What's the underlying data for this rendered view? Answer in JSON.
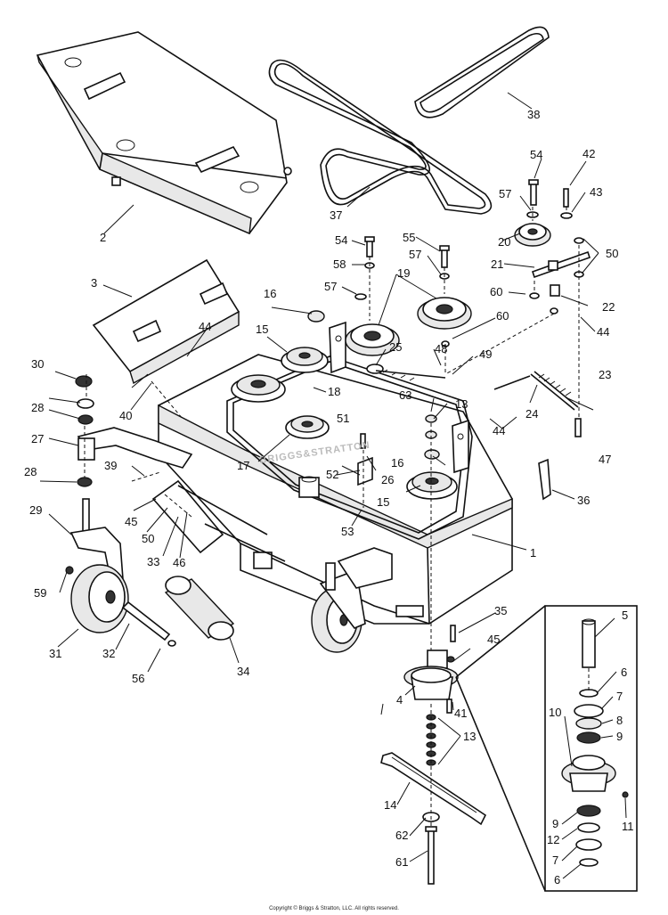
{
  "copyright": "Copyright © Briggs & Stratton, LLC. All rights reserved.",
  "watermark": "BRIGGS&STRATTON",
  "callouts": {
    "c1": "1",
    "c2": "2",
    "c3": "3",
    "c4": "4",
    "c5": "5",
    "c6a": "6",
    "c6b": "6",
    "c7a": "7",
    "c7b": "7",
    "c8": "8",
    "c9a": "9",
    "c9b": "9",
    "c10": "10",
    "c11": "11",
    "c12": "12",
    "c13a": "13",
    "c13b": "13",
    "c14": "14",
    "c15a": "15",
    "c15b": "15",
    "c16a": "16",
    "c16b": "16",
    "c17": "17",
    "c18": "18",
    "c19": "19",
    "c20": "20",
    "c21": "21",
    "c22": "22",
    "c23": "23",
    "c24": "24",
    "c25": "25",
    "c26": "26",
    "c27": "27",
    "c28a": "28",
    "c28b": "28",
    "c29": "29",
    "c30": "30",
    "c31": "31",
    "c32": "32",
    "c33": "33",
    "c34": "34",
    "c35": "35",
    "c36": "36",
    "c37": "37",
    "c38": "38",
    "c39": "39",
    "c40": "40",
    "c41": "41",
    "c42": "42",
    "c43": "43",
    "c44a": "44",
    "c44b": "44",
    "c44c": "44",
    "c45a": "45",
    "c45b": "45",
    "c46": "46",
    "c47": "47",
    "c48": "48",
    "c49": "49",
    "c50a": "50",
    "c50b": "50",
    "c51": "51",
    "c52": "52",
    "c53": "53",
    "c54a": "54",
    "c54b": "54",
    "c55": "55",
    "c56": "56",
    "c57a": "57",
    "c57b": "57",
    "c57c": "57",
    "c58": "58",
    "c59": "59",
    "c60a": "60",
    "c60b": "60",
    "c61": "61",
    "c62": "62",
    "c63": "63"
  }
}
